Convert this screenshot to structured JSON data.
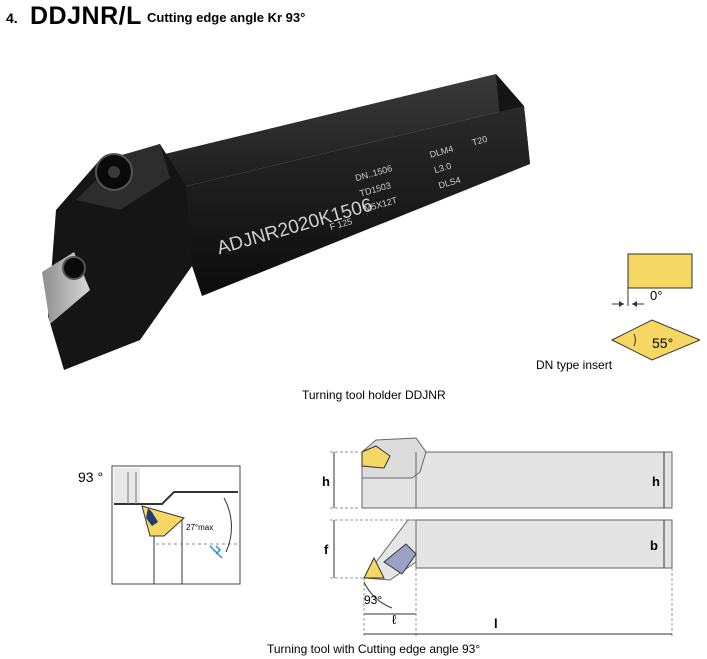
{
  "header": {
    "number": "4.",
    "code": "DDJNR/L",
    "subtitle": "Cutting edge angle Kr 93°"
  },
  "tool_photo": {
    "body_marking": "ADJNR2020K1506",
    "marking_code": "F 125",
    "spare_parts": [
      "DN..1506",
      "TD1503",
      "M5X12T",
      "DLM4",
      "L3.0",
      "DLS4",
      "T20"
    ]
  },
  "insert": {
    "clearance_angle": "0°",
    "tip_angle": "55°",
    "type_label": "DN type insert",
    "color": "#f6d764"
  },
  "captions": {
    "holder": "Turning tool holder DDJNR",
    "drawing": "Turning tool with Cutting edge angle 93°"
  },
  "left_diagram": {
    "angle_label": "93 °",
    "max_label": "27°max"
  },
  "right_diagram": {
    "h_top": "h",
    "h_right": "h",
    "f": "f",
    "b": "b",
    "angle": "93°",
    "l_small": "ℓ",
    "l_total": "l"
  }
}
